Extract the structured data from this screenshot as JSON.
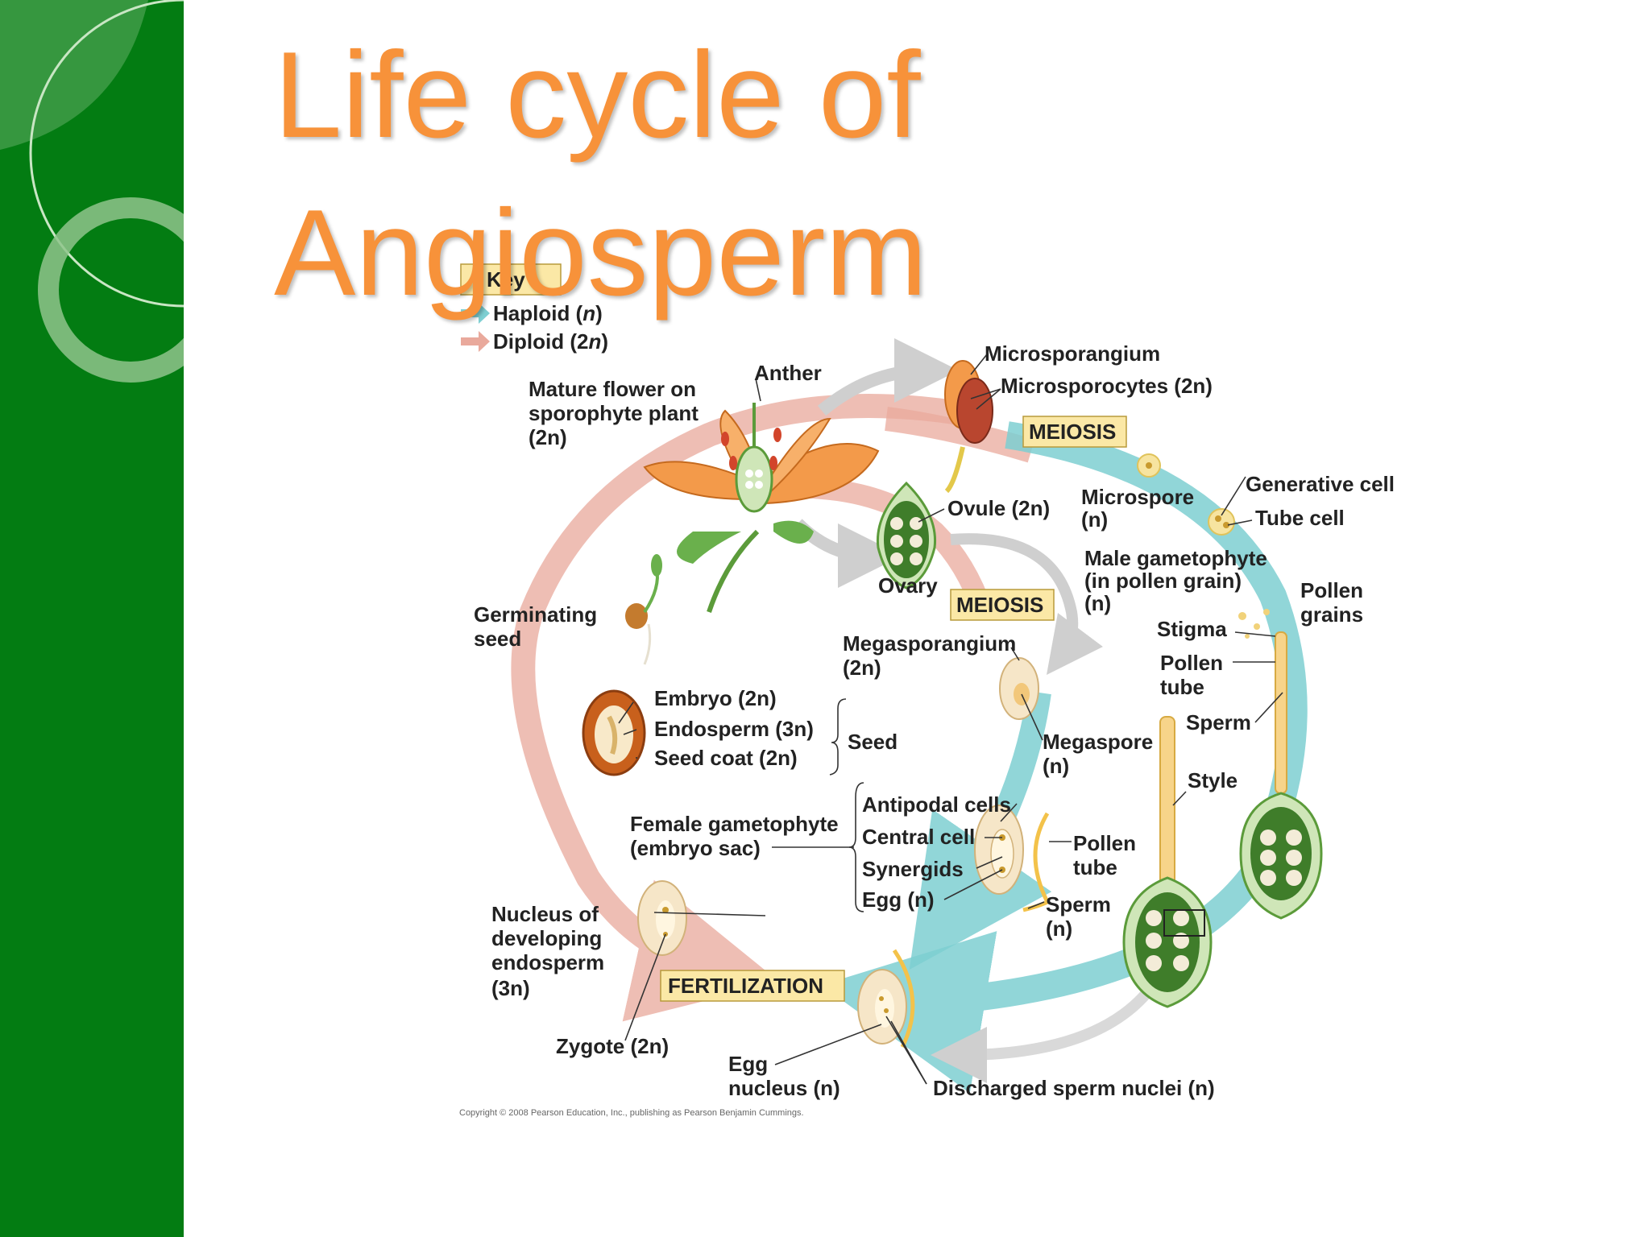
{
  "slide": {
    "title_line1": "Life cycle of",
    "title_line2": "Angiosperm",
    "title_color": "#f7923a",
    "sidebar_color": "#037c12"
  },
  "diagram": {
    "key": {
      "title": "Key",
      "haploid_label": "Haploid (",
      "haploid_ploidy": "n",
      "diploid_label": "Diploid (2",
      "diploid_ploidy": "n",
      "haploid_color": "#7ecfd2",
      "diploid_color": "#e9a99c"
    },
    "stages": {
      "meiosis_1": "MEIOSIS",
      "meiosis_2": "MEIOSIS",
      "fertilization": "FERTILIZATION"
    },
    "labels": {
      "anther": "Anther",
      "mature_flower_1": "Mature flower on",
      "mature_flower_2": "sporophyte plant",
      "mature_flower_3": "(2n)",
      "microsporangium": "Microsporangium",
      "microsporocytes": "Microsporocytes (2n)",
      "microspore_1": "Microspore",
      "microspore_2": "(n)",
      "generative_cell": "Generative cell",
      "tube_cell": "Tube cell",
      "ovule": "Ovule (2n)",
      "ovary": "Ovary",
      "male_gametophyte_1": "Male gametophyte",
      "male_gametophyte_2": "(in pollen grain)",
      "male_gametophyte_3": "(n)",
      "pollen_grains_1": "Pollen",
      "pollen_grains_2": "grains",
      "stigma": "Stigma",
      "pollen_tube_1a": "Pollen",
      "pollen_tube_1b": "tube",
      "sperm_1": "Sperm",
      "germinating_seed_1": "Germinating",
      "germinating_seed_2": "seed",
      "megasporangium_1": "Megasporangium",
      "megasporangium_2": "(2n)",
      "megaspore_1": "Megaspore",
      "megaspore_2": "(n)",
      "embryo": "Embryo (2n)",
      "endosperm": "Endosperm (3n)",
      "seed_coat": "Seed coat (2n)",
      "seed": "Seed",
      "style": "Style",
      "antipodal_cells": "Antipodal cells",
      "central_cell": "Central cell",
      "synergids": "Synergids",
      "egg": "Egg (n)",
      "female_gametophyte_1": "Female gametophyte",
      "female_gametophyte_2": "(embryo sac)",
      "pollen_tube_2a": "Pollen",
      "pollen_tube_2b": "tube",
      "sperm_2a": "Sperm",
      "sperm_2b": "(n)",
      "nucleus_endosperm_1": "Nucleus of",
      "nucleus_endosperm_2": "developing",
      "nucleus_endosperm_3": "endosperm",
      "nucleus_endosperm_4": "(3n)",
      "zygote": "Zygote (2n)",
      "egg_nucleus_1": "Egg",
      "egg_nucleus_2": "nucleus (n)",
      "discharged_sperm": "Discharged sperm nuclei (n)"
    },
    "credit": "Copyright © 2008 Pearson Education, Inc., publishing as Pearson Benjamin Cummings."
  }
}
